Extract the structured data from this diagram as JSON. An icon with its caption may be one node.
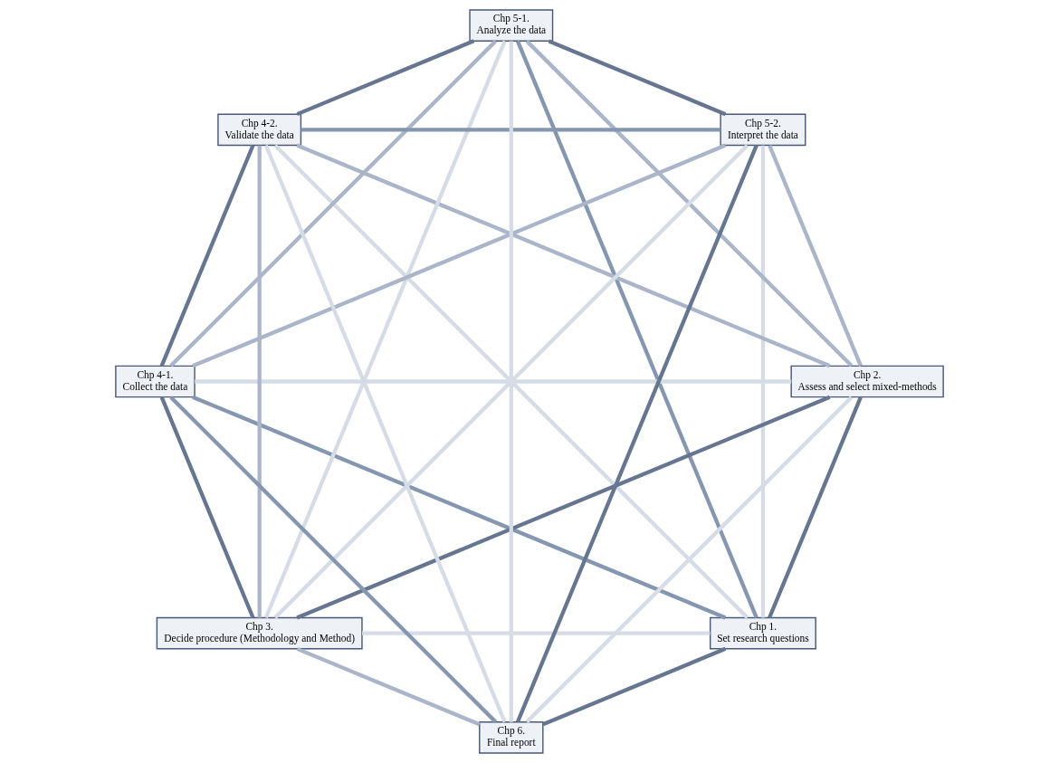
{
  "diagram": {
    "nodes": [
      {
        "text": [
          "Chp 2.",
          "Assess and select mixed-methods"
        ]
      },
      {
        "text": [
          "Chp 3.",
          "Decide procedure (Methodology and Method)"
        ]
      },
      {
        "text": [
          "Chp 1.",
          "Set research questions"
        ]
      },
      {
        "text": [
          "Chp 4-1.",
          "Collect the data"
        ]
      },
      {
        "text": [
          "Chp 6.",
          "Final report"
        ]
      },
      {
        "text": [
          "Chp 4-2.",
          "Validate the data"
        ]
      },
      {
        "text": [
          "Chp 5-2.",
          "Interpret the data"
        ]
      },
      {
        "text": [
          "Chp 5-1.",
          "Analyze the data"
        ]
      }
    ],
    "edges": [
      {
        "from": 2,
        "to": 0,
        "arrow": "none",
        "color": "#667590"
      },
      {
        "from": 0,
        "to": 1,
        "arrow": "none",
        "color": "#667590"
      },
      {
        "from": 1,
        "to": 3,
        "arrow": "none",
        "color": "#667590"
      },
      {
        "from": 3,
        "to": 5,
        "arrow": "none",
        "color": "#667590"
      },
      {
        "from": 5,
        "to": 7,
        "arrow": "none",
        "color": "#667590"
      },
      {
        "from": 7,
        "to": 6,
        "arrow": "none",
        "color": "#667590"
      },
      {
        "from": 6,
        "to": 4,
        "arrow": "none",
        "color": "#667590"
      },
      {
        "from": 4,
        "to": 2,
        "arrow": "none",
        "color": "#667590"
      },
      {
        "from": 2,
        "to": 3,
        "arrow": "none",
        "color": "#8496b0"
      },
      {
        "from": 4,
        "to": 5,
        "arrow": "none",
        "color": "#d6dce6"
      },
      {
        "from": 0,
        "to": 6,
        "arrow": "none",
        "color": "#aab5c9"
      },
      {
        "from": 1,
        "to": 7,
        "arrow": "none",
        "color": "#d6dce6"
      },
      {
        "from": 2,
        "to": 1,
        "arrow": "none",
        "color": "#d6dce6"
      },
      {
        "from": 0,
        "to": 3,
        "arrow": "none",
        "color": "#d6dce6"
      },
      {
        "from": 2,
        "to": 5,
        "arrow": "none",
        "color": "#d6dce6"
      },
      {
        "from": 2,
        "to": 7,
        "arrow": "none",
        "color": "#8496b0"
      },
      {
        "from": 2,
        "to": 6,
        "arrow": "none",
        "color": "#d6dce6"
      },
      {
        "from": 0,
        "to": 4,
        "arrow": "none",
        "color": "#d6dce6"
      },
      {
        "from": 0,
        "to": 5,
        "arrow": "none",
        "color": "#aab5c9"
      },
      {
        "from": 0,
        "to": 7,
        "arrow": "none",
        "color": "#aab5c9"
      },
      {
        "from": 1,
        "to": 4,
        "arrow": "none",
        "color": "#aab5c9"
      },
      {
        "from": 1,
        "to": 6,
        "arrow": "none",
        "color": "#d6dce6"
      },
      {
        "from": 1,
        "to": 5,
        "arrow": "none",
        "color": "#aab5c9"
      },
      {
        "from": 3,
        "to": 4,
        "arrow": "none",
        "color": "#8496b0"
      },
      {
        "from": 3,
        "to": 6,
        "arrow": "none",
        "color": "#aab5c9"
      },
      {
        "from": 3,
        "to": 7,
        "arrow": "none",
        "color": "#aab5c9"
      },
      {
        "from": 5,
        "to": 6,
        "arrow": "none",
        "color": "#8496b0"
      },
      {
        "from": 4,
        "to": 7,
        "arrow": "none",
        "color": "#d6dce6"
      }
    ]
  }
}
